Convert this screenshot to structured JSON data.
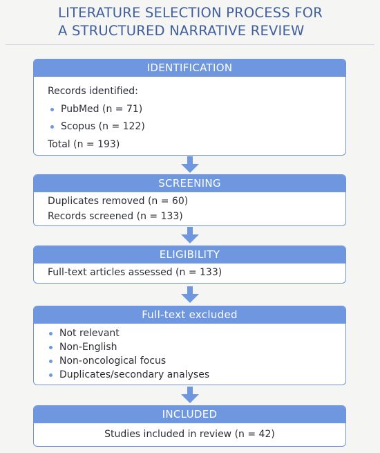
{
  "title": {
    "line1": "LITERATURE SELECTION PROCESS FOR",
    "line2": "A STRUCTURED NARRATIVE REVIEW"
  },
  "identification": {
    "header": "IDENTIFICATION",
    "intro": "Records identified:",
    "sources": [
      "PubMed (n = 71)",
      "Scopus (n = 122)"
    ],
    "total": "Total (n = 193)"
  },
  "screening": {
    "header": "SCREENING",
    "lines": [
      "Duplicates removed (n = 60)",
      "Records screened (n = 133)"
    ]
  },
  "eligibility": {
    "header": "ELIGIBILITY",
    "lines": [
      "Full-text articles assessed (n = 133)"
    ]
  },
  "excluded": {
    "header": "Full-text excluded",
    "reasons": [
      "Not relevant",
      "Non-English",
      "Non-oncological focus",
      "Duplicates/secondary analyses"
    ]
  },
  "included": {
    "header": "INCLUDED",
    "lines": [
      "Studies included in review (n = 42)"
    ]
  },
  "colors": {
    "accent": "#6e97e0",
    "border": "#6f95d8",
    "title": "#3f5f9e"
  }
}
